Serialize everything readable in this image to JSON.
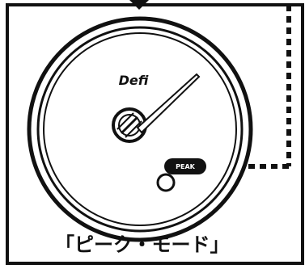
{
  "gauge": {
    "brand": "Defi",
    "peak_label": "PEAK"
  },
  "caption": "「ピーク・モード」",
  "colors": {
    "ink": "#111111",
    "paper": "#ffffff"
  }
}
